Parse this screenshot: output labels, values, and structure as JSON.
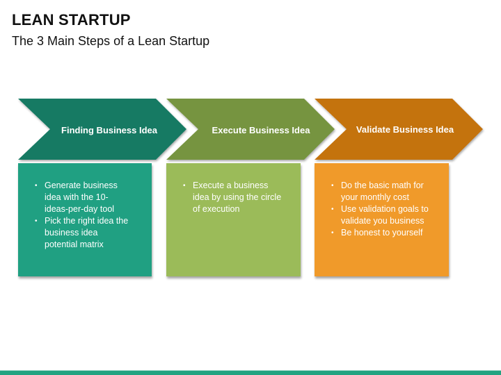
{
  "header": {
    "title": "LEAN STARTUP",
    "subtitle": "The 3 Main Steps of a Lean Startup"
  },
  "steps": [
    {
      "label": "Finding Business Idea",
      "chevron_color": "#177a63",
      "box_color": "#20a082",
      "bullets": [
        "Generate business idea with the 10-ideas-per-day tool",
        "Pick the right idea the business idea potential matrix"
      ],
      "bullet_lines": [
        [
          "Generate business",
          "idea with the 10-",
          "ideas-per-day tool"
        ],
        [
          "Pick the right idea the",
          "business idea",
          "potential matrix"
        ]
      ]
    },
    {
      "label": "Execute Business Idea",
      "chevron_color": "#76943f",
      "box_color": "#9bbb59",
      "bullets": [
        "Execute a business idea by using the circle of execution"
      ],
      "bullet_lines": [
        [
          "Execute a business",
          "idea by using the circle",
          "of execution"
        ]
      ]
    },
    {
      "label": "Validate Business Idea",
      "chevron_color": "#c4730f",
      "box_color": "#f09a2a",
      "bullets": [
        "Do the basic math for your monthly cost",
        "Use validation goals to validate you business",
        "Be honest to yourself"
      ],
      "bullet_lines": [
        [
          "Do the basic math for",
          "your monthly cost"
        ],
        [
          "Use validation goals to",
          "validate you business"
        ],
        [
          "Be honest to yourself"
        ]
      ]
    }
  ],
  "footer": {
    "bar_color": "#22a381"
  }
}
